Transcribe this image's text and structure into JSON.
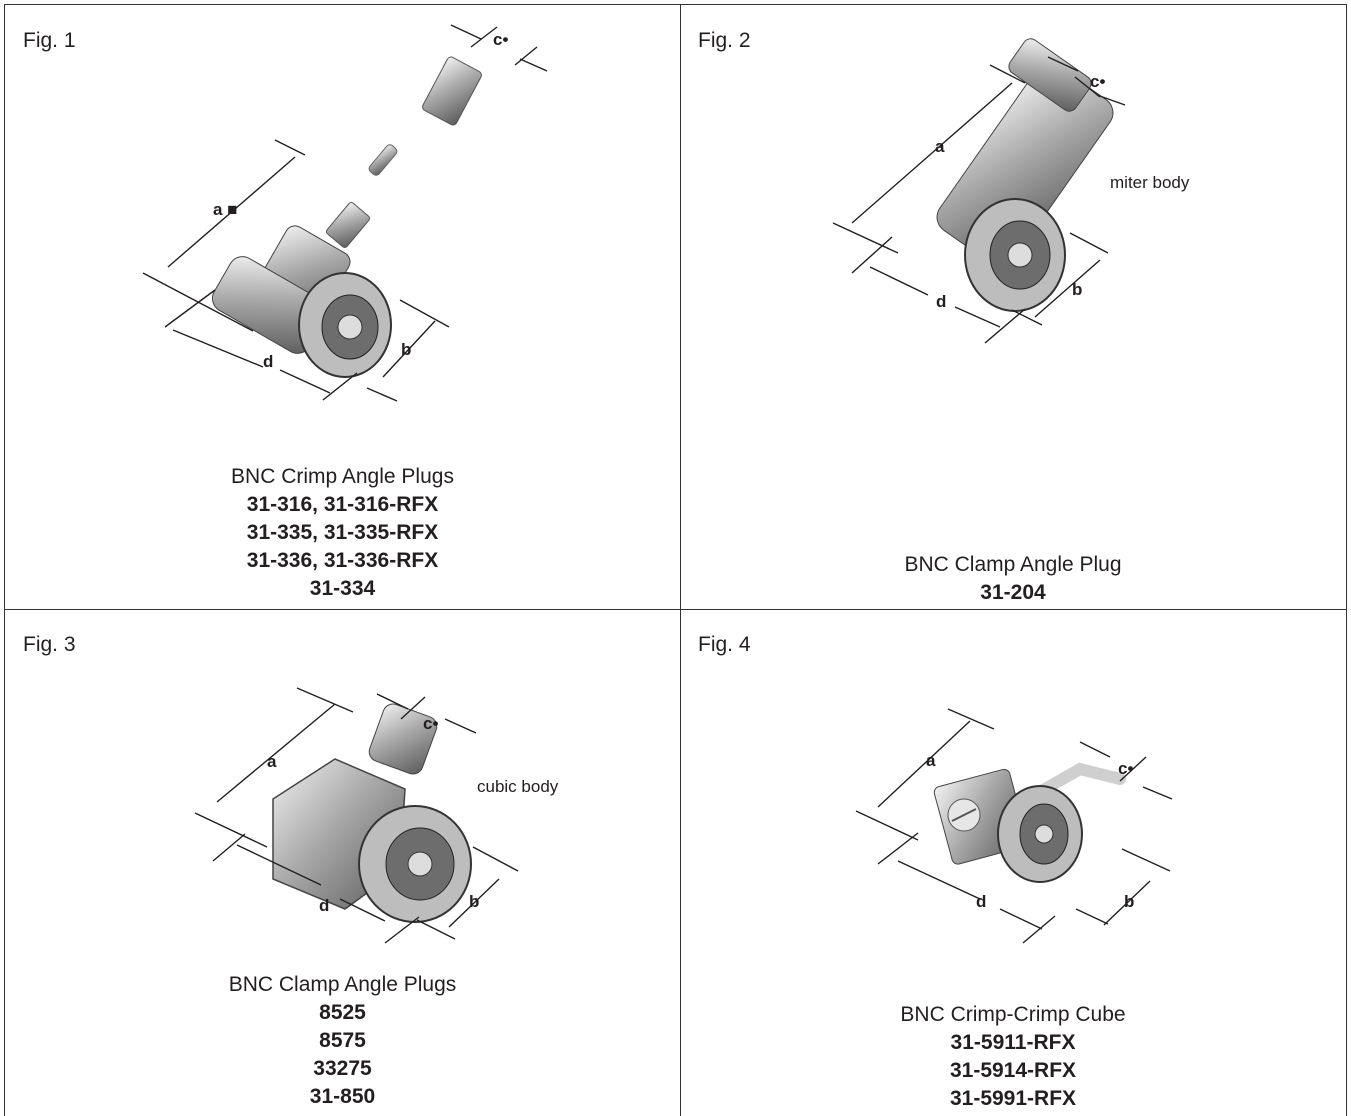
{
  "figures": [
    {
      "label": "Fig. 1",
      "title": "BNC Crimp Angle Plugs",
      "parts": [
        "31-316, 31-316-RFX",
        "31-335, 31-335-RFX",
        "31-336, 31-336-RFX",
        "31-334"
      ],
      "dims": {
        "a": "a ■",
        "b": "b",
        "c": "c•",
        "d": "d"
      }
    },
    {
      "label": "Fig. 2",
      "title": "BNC Clamp Angle Plug",
      "parts": [
        "31-204"
      ],
      "note": "miter body",
      "dims": {
        "a": "a",
        "b": "b",
        "c": "c•",
        "d": "d"
      }
    },
    {
      "label": "Fig. 3",
      "title": "BNC Clamp Angle Plugs",
      "parts": [
        "8525",
        "8575",
        "33275",
        "31-850"
      ],
      "note": "cubic body",
      "dims": {
        "a": "a",
        "b": "b",
        "c": "c•",
        "d": "d"
      }
    },
    {
      "label": "Fig. 4",
      "title": "BNC Crimp-Crimp Cube",
      "parts": [
        "31-5911-RFX",
        "31-5914-RFX",
        "31-5991-RFX"
      ],
      "dims": {
        "a": "a",
        "b": "b",
        "c": "c•",
        "d": "d"
      }
    }
  ]
}
